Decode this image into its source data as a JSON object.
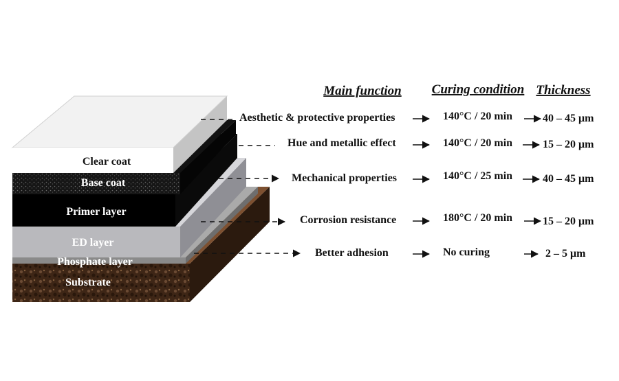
{
  "headers": {
    "function": "Main function",
    "curing": "Curing condition",
    "thickness": "Thickness"
  },
  "layers": [
    {
      "label": "Clear coat",
      "function": "Aesthetic & protective properties",
      "curing": "140°C / 20 min",
      "thickness": "40 – 45 μm"
    },
    {
      "label": "Base coat",
      "function": "Hue and metallic effect",
      "curing": "140°C / 20 min",
      "thickness": "15 – 20 μm"
    },
    {
      "label": "Primer layer",
      "function": "Mechanical properties",
      "curing": "140°C / 25 min",
      "thickness": "40 – 45 μm"
    },
    {
      "label": "ED layer",
      "function": "Corrosion resistance",
      "curing": "180°C / 20 min",
      "thickness": "15 – 20 μm"
    },
    {
      "label": "Phosphate layer",
      "function": "Better adhesion",
      "curing": "No curing",
      "thickness": "2 – 5 μm"
    },
    {
      "label": "Substrate"
    }
  ],
  "colors": {
    "clear_coat": "#ffffff",
    "base_coat": "#1a1a1a",
    "primer": "#000000",
    "ed_layer": "#b9b9bd",
    "phosphate": "#8a8a8a",
    "substrate": "#4a2e1c"
  }
}
